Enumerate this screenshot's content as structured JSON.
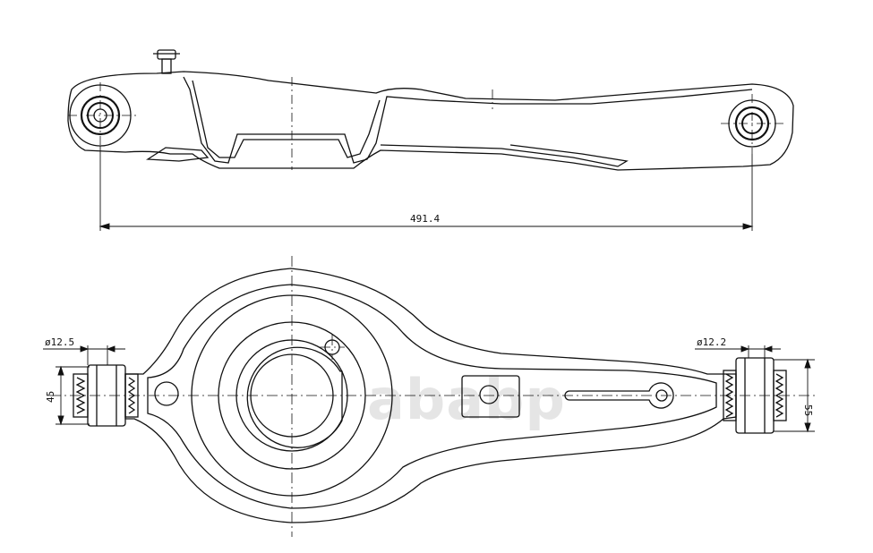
{
  "drawing": {
    "overall_length": "491.4",
    "left_bush_diameter": "ø12.5",
    "right_bush_diameter": "ø12.2",
    "left_bush_width": "45",
    "right_bush_width": "55",
    "watermark": "ababp"
  },
  "colors": {
    "line": "#111111",
    "watermark": "#e3e3e3"
  }
}
